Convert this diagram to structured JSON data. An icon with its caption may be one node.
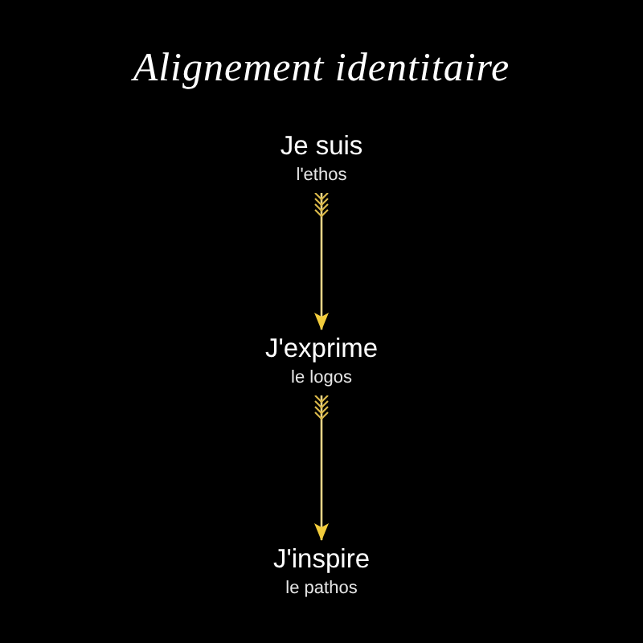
{
  "diagram": {
    "title": "Alignement identitaire",
    "nodes": [
      {
        "text": [
          "Je suis",
          "l'ethos"
        ]
      },
      {
        "text": [
          "J'exprime",
          "le logos"
        ]
      },
      {
        "text": [
          "J'inspire",
          "le pathos"
        ]
      }
    ],
    "edges": [
      {
        "from": 0,
        "to": 1,
        "arrow": "to"
      },
      {
        "from": 1,
        "to": 2,
        "arrow": "to"
      }
    ]
  }
}
